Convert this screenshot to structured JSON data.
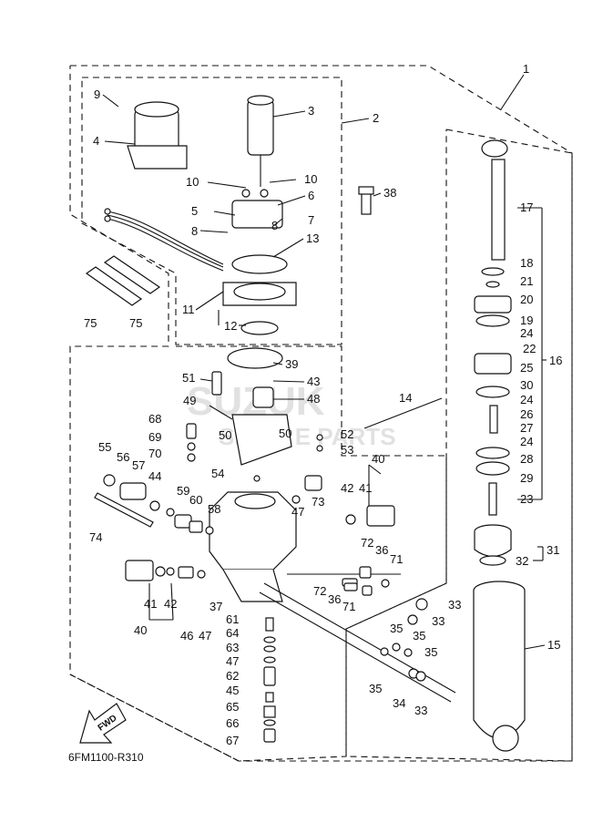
{
  "diagram": {
    "code": "6FM1100-R310",
    "fwd_label": "FWD",
    "watermark": {
      "line1": "SUZUK",
      "line2": "SMAR  E PARTS"
    },
    "callouts": [
      "1",
      "2",
      "3",
      "4",
      "5",
      "6",
      "7",
      "8",
      "8",
      "9",
      "10",
      "10",
      "11",
      "12",
      "13",
      "14",
      "15",
      "16",
      "17",
      "18",
      "19",
      "20",
      "21",
      "22",
      "23",
      "24",
      "24",
      "24",
      "25",
      "26",
      "27",
      "28",
      "29",
      "30",
      "31",
      "32",
      "33",
      "33",
      "33",
      "34",
      "35",
      "35",
      "35",
      "35",
      "36",
      "36",
      "37",
      "38",
      "39",
      "40",
      "40",
      "40",
      "41",
      "41",
      "42",
      "42",
      "43",
      "44",
      "45",
      "46",
      "47",
      "47",
      "47",
      "48",
      "49",
      "50",
      "50",
      "51",
      "52",
      "53",
      "54",
      "55",
      "56",
      "57",
      "58",
      "59",
      "60",
      "61",
      "62",
      "63",
      "64",
      "65",
      "66",
      "67",
      "68",
      "69",
      "70",
      "71",
      "71",
      "72",
      "72",
      "73",
      "74",
      "75",
      "75"
    ]
  }
}
